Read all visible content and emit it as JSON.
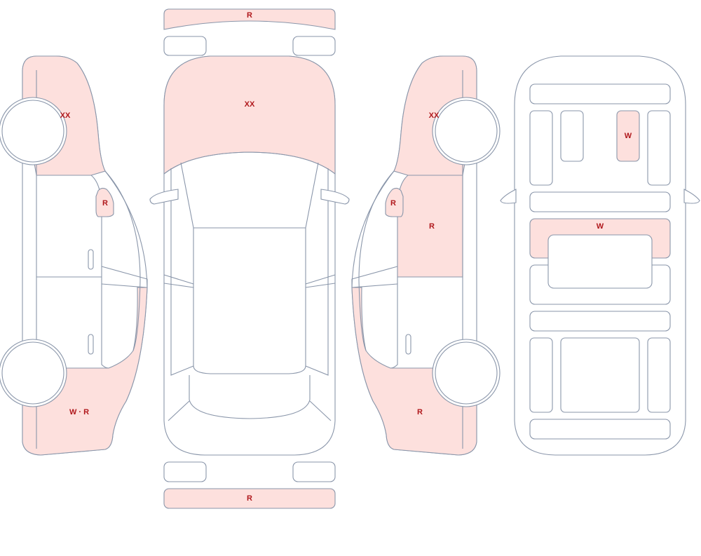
{
  "colors": {
    "damage_fill": "#fde0dd",
    "outline": "#8a96aa",
    "label": "#b0181c"
  },
  "marks": {
    "front_bumper": "R",
    "hood": "XX",
    "rear_bumper": "R",
    "left_front_fender": "XX",
    "left_mirror": "R",
    "left_rear_quarter": "W · R",
    "right_front_fender": "XX",
    "right_mirror": "R",
    "right_front_door": "R",
    "right_rear_quarter": "R",
    "interior_seat": "W",
    "interior_windshield": "W"
  }
}
